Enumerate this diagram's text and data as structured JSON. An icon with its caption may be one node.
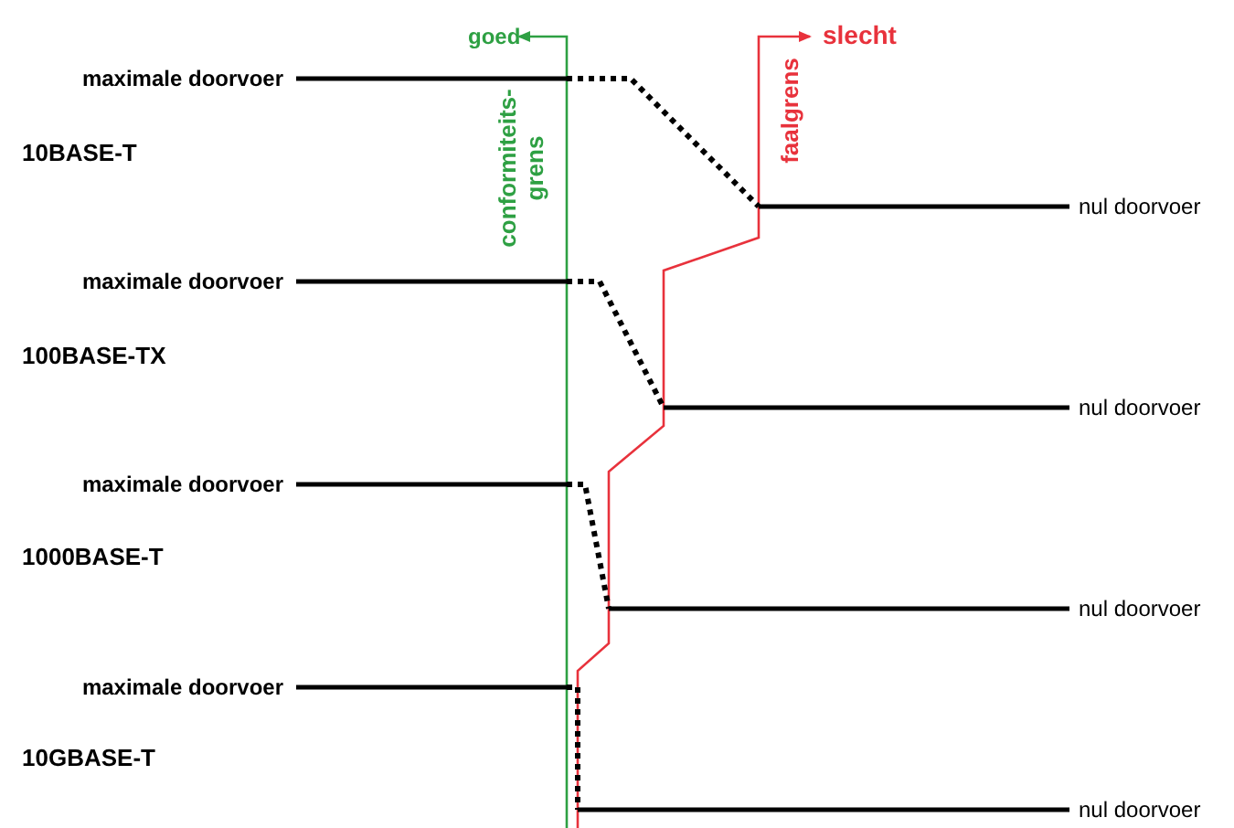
{
  "diagram": {
    "labels": [
      "goed",
      "slecht",
      "maximale doorvoer",
      "conformiteits- grens",
      "faalgrens",
      "10BASE-T",
      "nul doorvoer",
      "maximale doorvoer",
      "100BASE-TX",
      "nul doorvoer",
      "maximale doorvoer",
      "1000BASE-T",
      "nul doorvoer",
      "maximale doorvoer",
      "10GBASE-T",
      "nul doorvoer"
    ]
  }
}
